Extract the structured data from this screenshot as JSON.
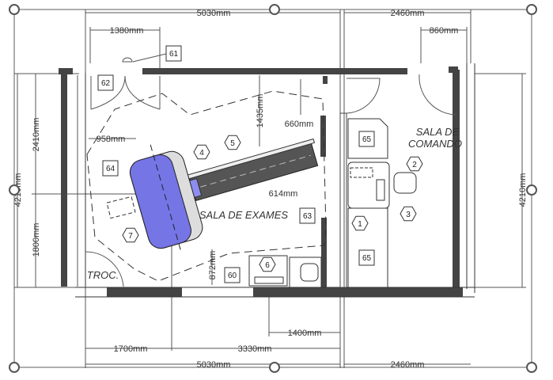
{
  "dimensions": {
    "top_left_total": "5030mm",
    "top_right_total": "2460mm",
    "top_door_left": "1380mm",
    "top_door_right": "860mm",
    "left_total": "4210mm",
    "left_upper": "2410mm",
    "left_lower": "1800mm",
    "right_total": "4210mm",
    "bottom_left_a": "1700mm",
    "bottom_left_b": "3330mm",
    "bottom_left_total": "5030mm",
    "bottom_right_total": "2460mm",
    "bottom_inner": "1400mm",
    "inner_958": "958mm",
    "inner_1435": "1435mm",
    "inner_660": "660mm",
    "inner_614": "614mm",
    "inner_872": "872mm"
  },
  "rooms": {
    "exam": "SALA DE EXAMES",
    "command_line1": "SALA DE",
    "command_line2": "COMANDO",
    "changing": "TROC."
  },
  "tags_square": [
    "61",
    "62",
    "64",
    "63",
    "65",
    "65",
    "60"
  ],
  "tags_hex": [
    "1",
    "2",
    "3",
    "4",
    "5",
    "6",
    "7"
  ],
  "colors": {
    "equipment": "#6f6fe0",
    "wall": "#444444"
  }
}
